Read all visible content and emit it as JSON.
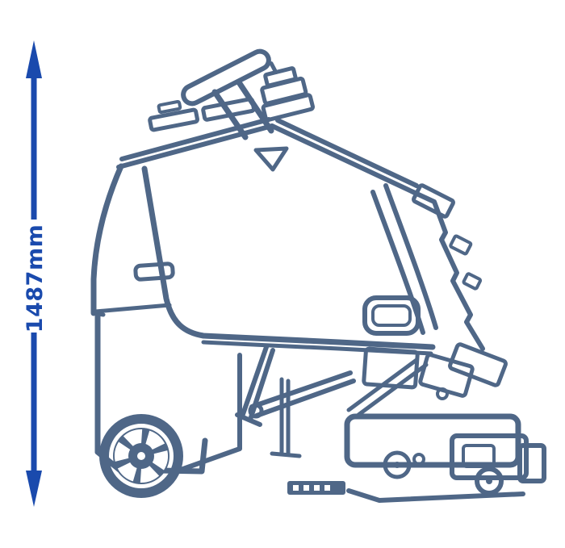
{
  "diagram": {
    "type": "technical-outline-drawing",
    "subject": "ride-on-sweeper-machine-side-view",
    "dimension": {
      "value": "1487mm",
      "orientation": "vertical"
    },
    "icons": {
      "top": "arrow-up-icon",
      "bottom": "arrow-down-icon"
    },
    "colors": {
      "arrow": "#1a4aad",
      "line": "#4f6787",
      "background": "#ffffff"
    }
  }
}
